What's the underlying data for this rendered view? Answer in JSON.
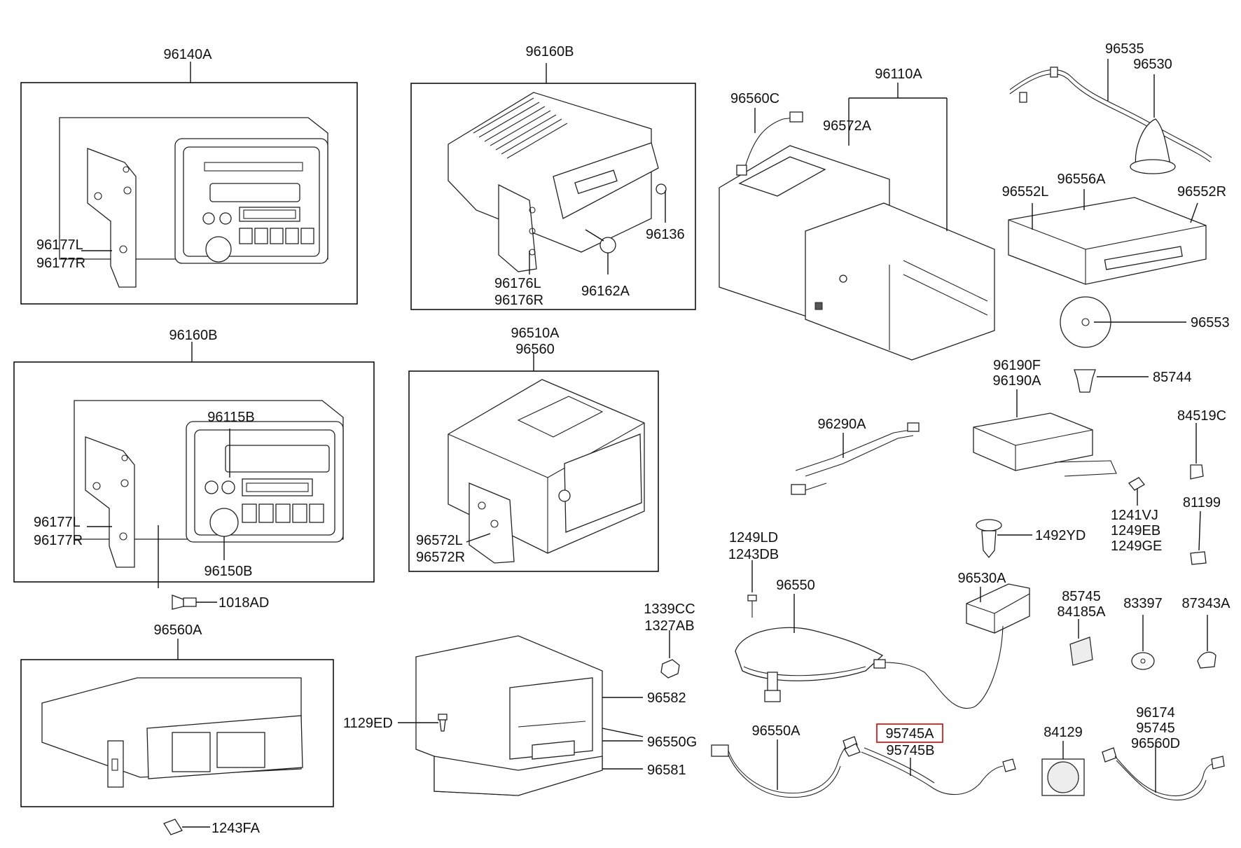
{
  "labels": {
    "l_96140A": "96140A",
    "l_96177L_1": "96177L",
    "l_96177R_1": "96177R",
    "l_96160B_top": "96160B",
    "l_96136": "96136",
    "l_96176L": "96176L",
    "l_96176R": "96176R",
    "l_96162A": "96162A",
    "l_96560C": "96560C",
    "l_96110A": "96110A",
    "l_96572A": "96572A",
    "l_96535": "96535",
    "l_96530": "96530",
    "l_96552L": "96552L",
    "l_96556A": "96556A",
    "l_96552R": "96552R",
    "l_96553": "96553",
    "l_96160B_mid": "96160B",
    "l_96115B": "96115B",
    "l_96177L_2": "96177L",
    "l_96177R_2": "96177R",
    "l_96150B": "96150B",
    "l_1018AD": "1018AD",
    "l_96510A": "96510A",
    "l_96560": "96560",
    "l_96572L": "96572L",
    "l_96572R": "96572R",
    "l_96290A": "96290A",
    "l_96190F": "96190F",
    "l_96190A": "96190A",
    "l_85744": "85744",
    "l_84519C": "84519C",
    "l_1241VJ": "1241VJ",
    "l_1249EB": "1249EB",
    "l_1249GE": "1249GE",
    "l_81199": "81199",
    "l_1492YD": "1492YD",
    "l_1249LD": "1249LD",
    "l_1243DB": "1243DB",
    "l_96550": "96550",
    "l_96530A": "96530A",
    "l_85745": "85745",
    "l_84185A": "84185A",
    "l_83397": "83397",
    "l_87343A": "87343A",
    "l_96560A": "96560A",
    "l_1339CC": "1339CC",
    "l_1327AB": "1327AB",
    "l_96582": "96582",
    "l_1129ED": "1129ED",
    "l_96550G": "96550G",
    "l_96581": "96581",
    "l_1243FA": "1243FA",
    "l_96550A": "96550A",
    "l_95745A": "95745A",
    "l_95745B": "95745B",
    "l_84129": "84129",
    "l_96174": "96174",
    "l_95745": "95745",
    "l_96560D": "96560D"
  },
  "highlight": {
    "part": "95745A",
    "color": "#d42020"
  }
}
